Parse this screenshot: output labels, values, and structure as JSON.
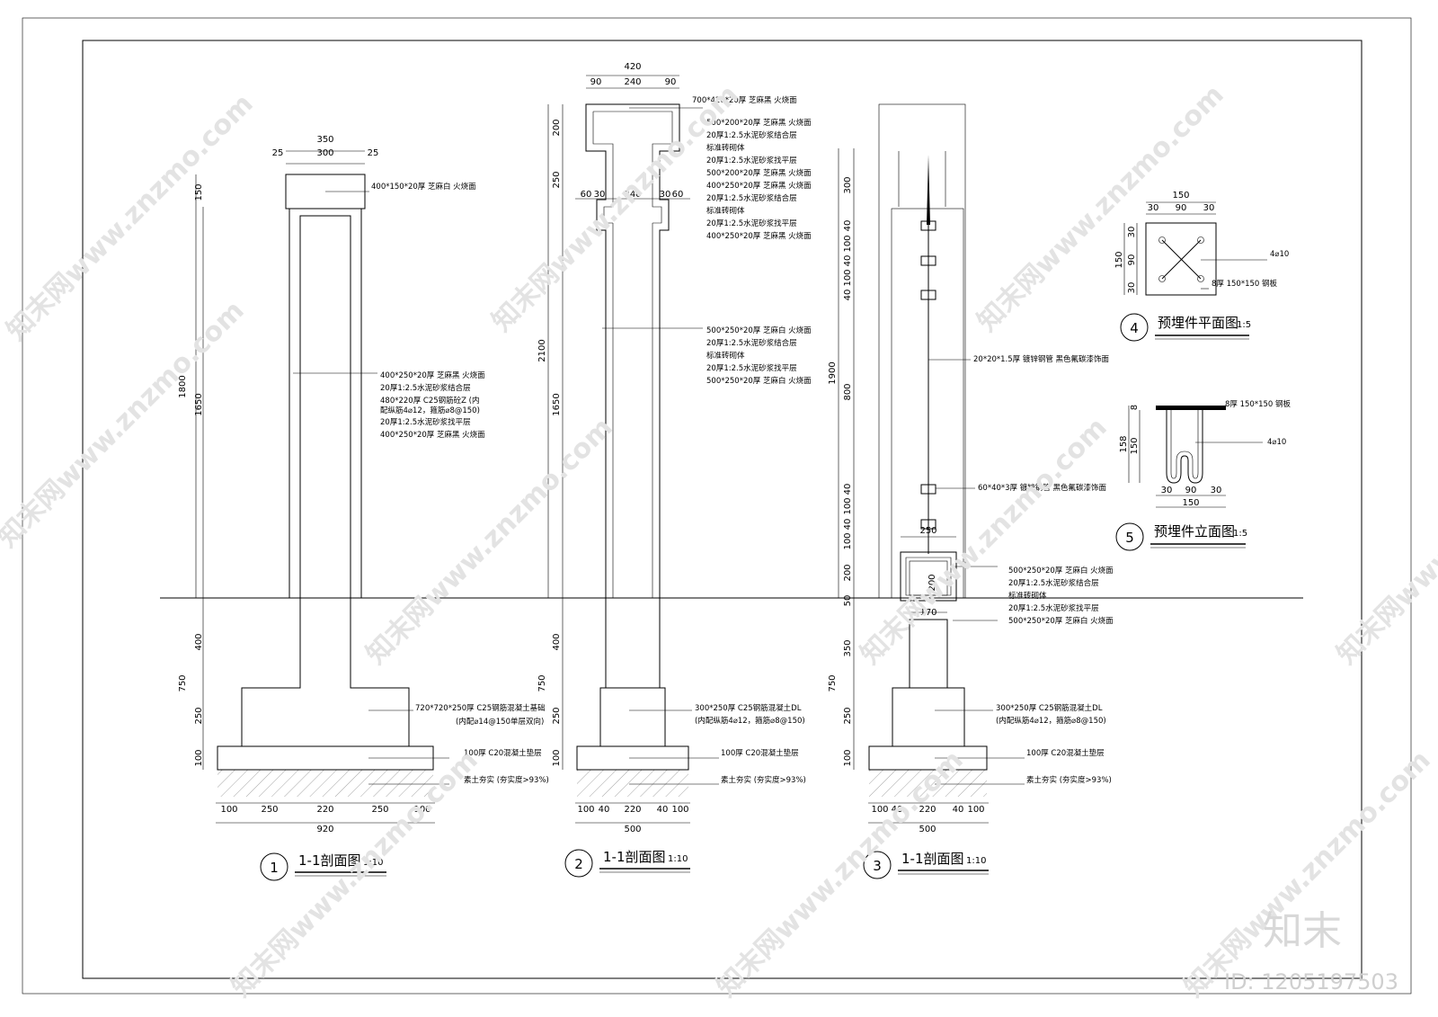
{
  "sections": [
    {
      "number": "1",
      "title": "1-1剖面图",
      "scale": "1:10",
      "top_dims": [
        "350",
        "25",
        "300",
        "25"
      ],
      "left_dims": [
        "150",
        "1650",
        "1800",
        "400",
        "250",
        "750",
        "100"
      ],
      "bottom_dims": [
        "100",
        "250",
        "220",
        "250",
        "100",
        "920"
      ],
      "notes": [
        "400*150*20厚 芝麻白 火烧面",
        "400*250*20厚 芝麻黑 火烧面",
        "20厚1:2.5水泥砂浆结合层",
        "480*220厚 C25钢筋砼Z (内",
        "配纵筋4⌀12，箍筋⌀8@150)",
        "20厚1:2.5水泥砂浆找平层",
        "400*250*20厚 芝麻黑 火烧面",
        "720*720*250厚 C25钢筋混凝土基础",
        "(内配⌀14@150单层双向)",
        "100厚 C20混凝土垫层",
        "素土夯实 (夯实度>93%)"
      ]
    },
    {
      "number": "2",
      "title": "1-1剖面图",
      "scale": "1:10",
      "top_dims": [
        "420",
        "90",
        "240",
        "90",
        "60",
        "30",
        "240",
        "30",
        "60"
      ],
      "left_dims": [
        "200",
        "250",
        "1650",
        "2100",
        "400",
        "250",
        "750",
        "100"
      ],
      "bottom_dims": [
        "100",
        "40",
        "220",
        "40",
        "100",
        "500"
      ],
      "notes": [
        "700*420*20厚 芝麻黑 火烧面",
        "500*200*20厚 芝麻黑 火烧面",
        "20厚1:2.5水泥砂浆结合层",
        "标准砖砌体",
        "20厚1:2.5水泥砂浆找平层",
        "500*200*20厚 芝麻黑 火烧面",
        "400*250*20厚 芝麻黑 火烧面",
        "20厚1:2.5水泥砂浆结合层",
        "标准砖砌体",
        "20厚1:2.5水泥砂浆找平层",
        "400*250*20厚 芝麻黑 火烧面",
        "500*250*20厚 芝麻白 火烧面",
        "20厚1:2.5水泥砂浆结合层",
        "标准砖砌体",
        "20厚1:2.5水泥砂浆找平层",
        "500*250*20厚 芝麻白 火烧面",
        "300*250厚 C25钢筋混凝土DL",
        "(内配纵筋4⌀12，箍筋⌀8@150)",
        "100厚 C20混凝土垫层",
        "素土夯实 (夯实度>93%)"
      ]
    },
    {
      "number": "3",
      "title": "1-1剖面图",
      "scale": "1:10",
      "top_dims": [
        "250",
        "200",
        "170"
      ],
      "left_dims": [
        "300",
        "40",
        "100",
        "40",
        "100",
        "40",
        "800",
        "1900",
        "40",
        "100",
        "40",
        "100",
        "200",
        "50",
        "350",
        "250",
        "750",
        "100"
      ],
      "bottom_dims": [
        "100",
        "40",
        "220",
        "40",
        "100",
        "500"
      ],
      "notes": [
        "20*20*1.5厚 镀锌钢管 黑色氟碳漆饰面",
        "60*40*3厚 镀锌钢管 黑色氟碳漆饰面",
        "500*250*20厚 芝麻白 火烧面",
        "20厚1:2.5水泥砂浆结合层",
        "标准砖砌体",
        "20厚1:2.5水泥砂浆找平层",
        "500*250*20厚 芝麻白 火烧面",
        "300*250厚 C25钢筋混凝土DL",
        "(内配纵筋4⌀12，箍筋⌀8@150)",
        "100厚 C20混凝土垫层",
        "素土夯实 (夯实度>93%)"
      ]
    },
    {
      "number": "4",
      "title": "预埋件平面图",
      "scale": "1:5",
      "top_dims": [
        "150",
        "30",
        "90",
        "30"
      ],
      "left_dims": [
        "30",
        "90",
        "150",
        "30"
      ],
      "notes": [
        "4⌀10",
        "8厚 150*150 钢板"
      ]
    },
    {
      "number": "5",
      "title": "预埋件立面图",
      "scale": "1:5",
      "left_dims": [
        "8",
        "158",
        "150"
      ],
      "bottom_dims": [
        "30",
        "90",
        "30",
        "150"
      ],
      "notes": [
        "8厚 150*150 钢板",
        "4⌀10"
      ]
    }
  ],
  "watermark": {
    "text": "知末网www.znzmo.com",
    "logo": "知末",
    "id": "ID: 1205197503"
  }
}
